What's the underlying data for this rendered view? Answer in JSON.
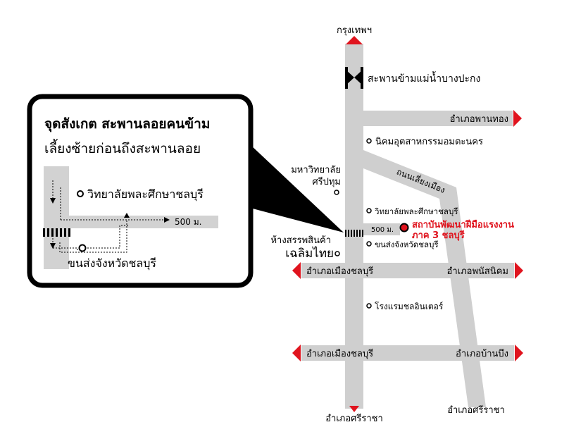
{
  "colors": {
    "road": "#cfcfcf",
    "road_inset": "#d2d2d2",
    "arrow": "#e0141e",
    "destination": "#e0141e",
    "text": "#000000",
    "callout_border": "#000000"
  },
  "roads": {
    "north_label": "กรุงเทพฯ",
    "south_label": "อำเภอศรีราชา",
    "southeast_label": "อำเภอศรีราชา",
    "diagonal_road_label": "ถนนเลี่ยงเมือง",
    "branches": [
      {
        "id": "phanthong",
        "right_label": "อำเภอพานทอง"
      },
      {
        "id": "road-1",
        "left_label": "อำเภอเมืองชลบุรี",
        "right_label": "อำเภอพนัสนิคม"
      },
      {
        "id": "road-2",
        "left_label": "อำเภอเมืองชลบุรี",
        "right_label": "อำเภอบ้านบึง"
      }
    ]
  },
  "landmarks": {
    "bridge": "สะพานข้ามแม่น้ำบางปะกง",
    "industrial_estate": "นิคมอุตสาหกรรมอมตะนคร",
    "university": "มหาวิทยาลัย\nศรีปทุม",
    "college": "วิทยาลัยพละศึกษาชลบุรี",
    "transport_office": "ขนส่งจังหวัดชลบุรี",
    "mall_line1": "ห้างสรรพสินค้า",
    "mall_line2": "เฉลิมไทย",
    "hotel": "โรงแรมชลอินเตอร์",
    "distance_label": "500 ม."
  },
  "destination": {
    "line1": "สถาบันพัฒนาฝีมือแรงงาน",
    "line2": "ภาค 3 ชลบุรี"
  },
  "callout": {
    "title": "จุดสังเกต  สะพานลอยคนข้าม",
    "subtitle": "เลี้ยงซ้ายก่อนถึงสะพานลอย",
    "college": "วิทยาลัยพละศึกษาชลบุรี",
    "transport_office": "ขนส่งจังหวัดชลบุรี",
    "distance_label": "500 ม."
  }
}
